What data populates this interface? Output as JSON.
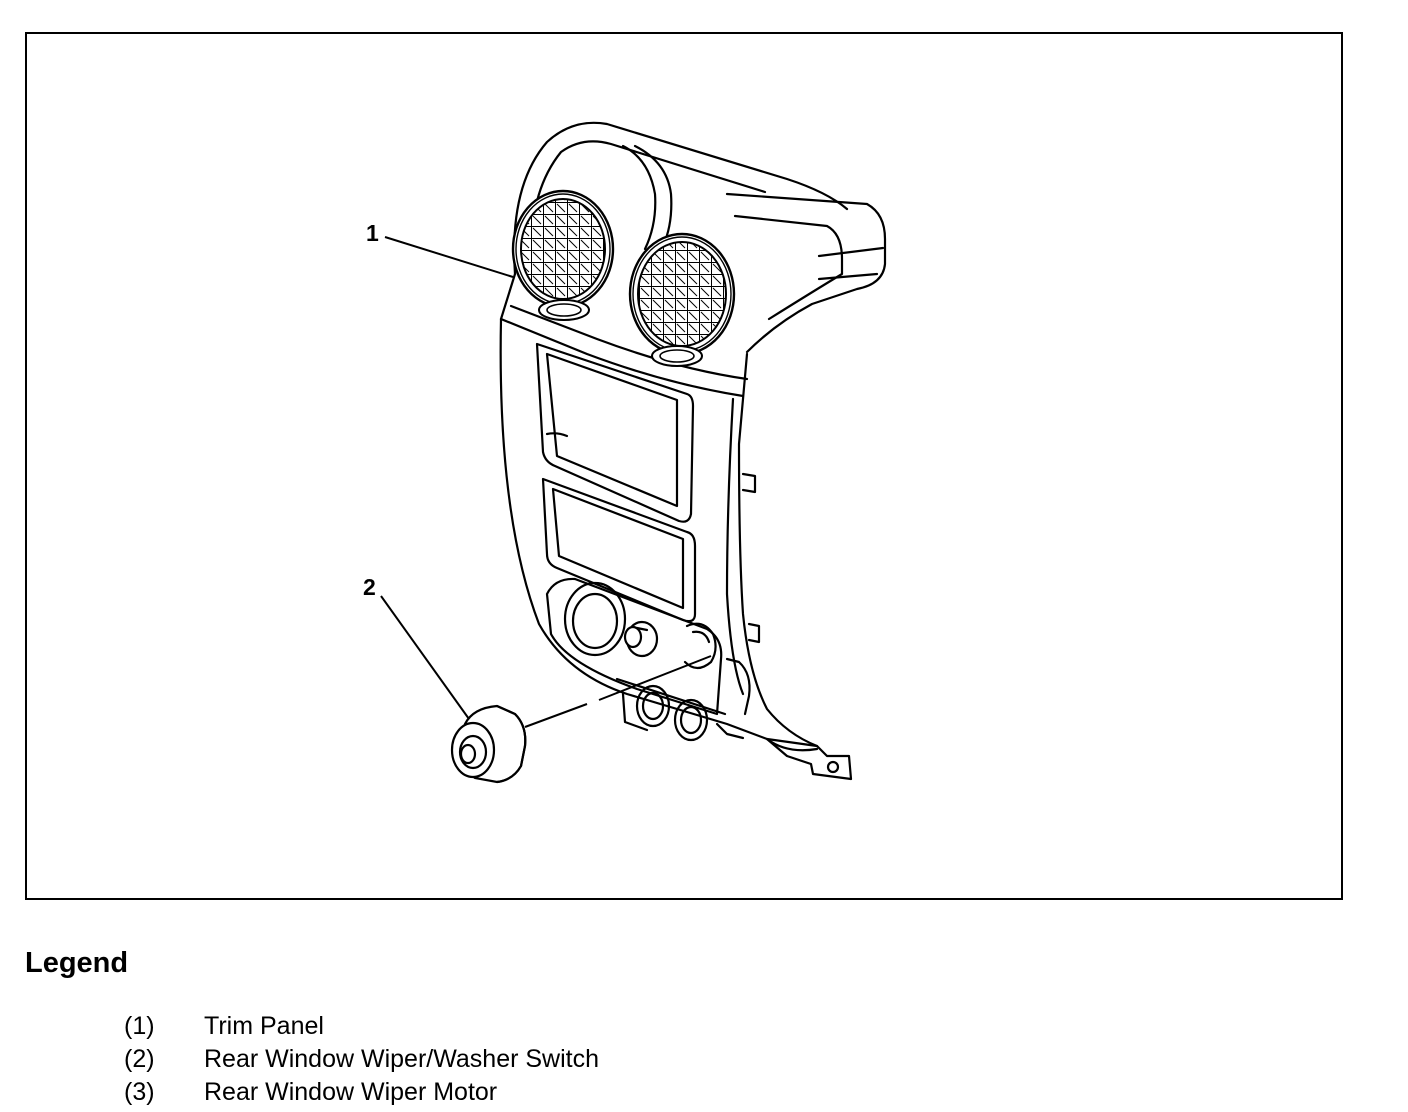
{
  "diagram": {
    "callouts": [
      {
        "id": "1",
        "label": "1"
      },
      {
        "id": "2",
        "label": "2"
      }
    ]
  },
  "legend": {
    "title": "Legend",
    "items": [
      {
        "number": "(1)",
        "label": "Trim Panel"
      },
      {
        "number": "(2)",
        "label": "Rear Window Wiper/Washer Switch"
      },
      {
        "number": "(3)",
        "label": "Rear Window Wiper Motor"
      }
    ]
  },
  "colors": {
    "line": "#000000",
    "background": "#ffffff"
  }
}
